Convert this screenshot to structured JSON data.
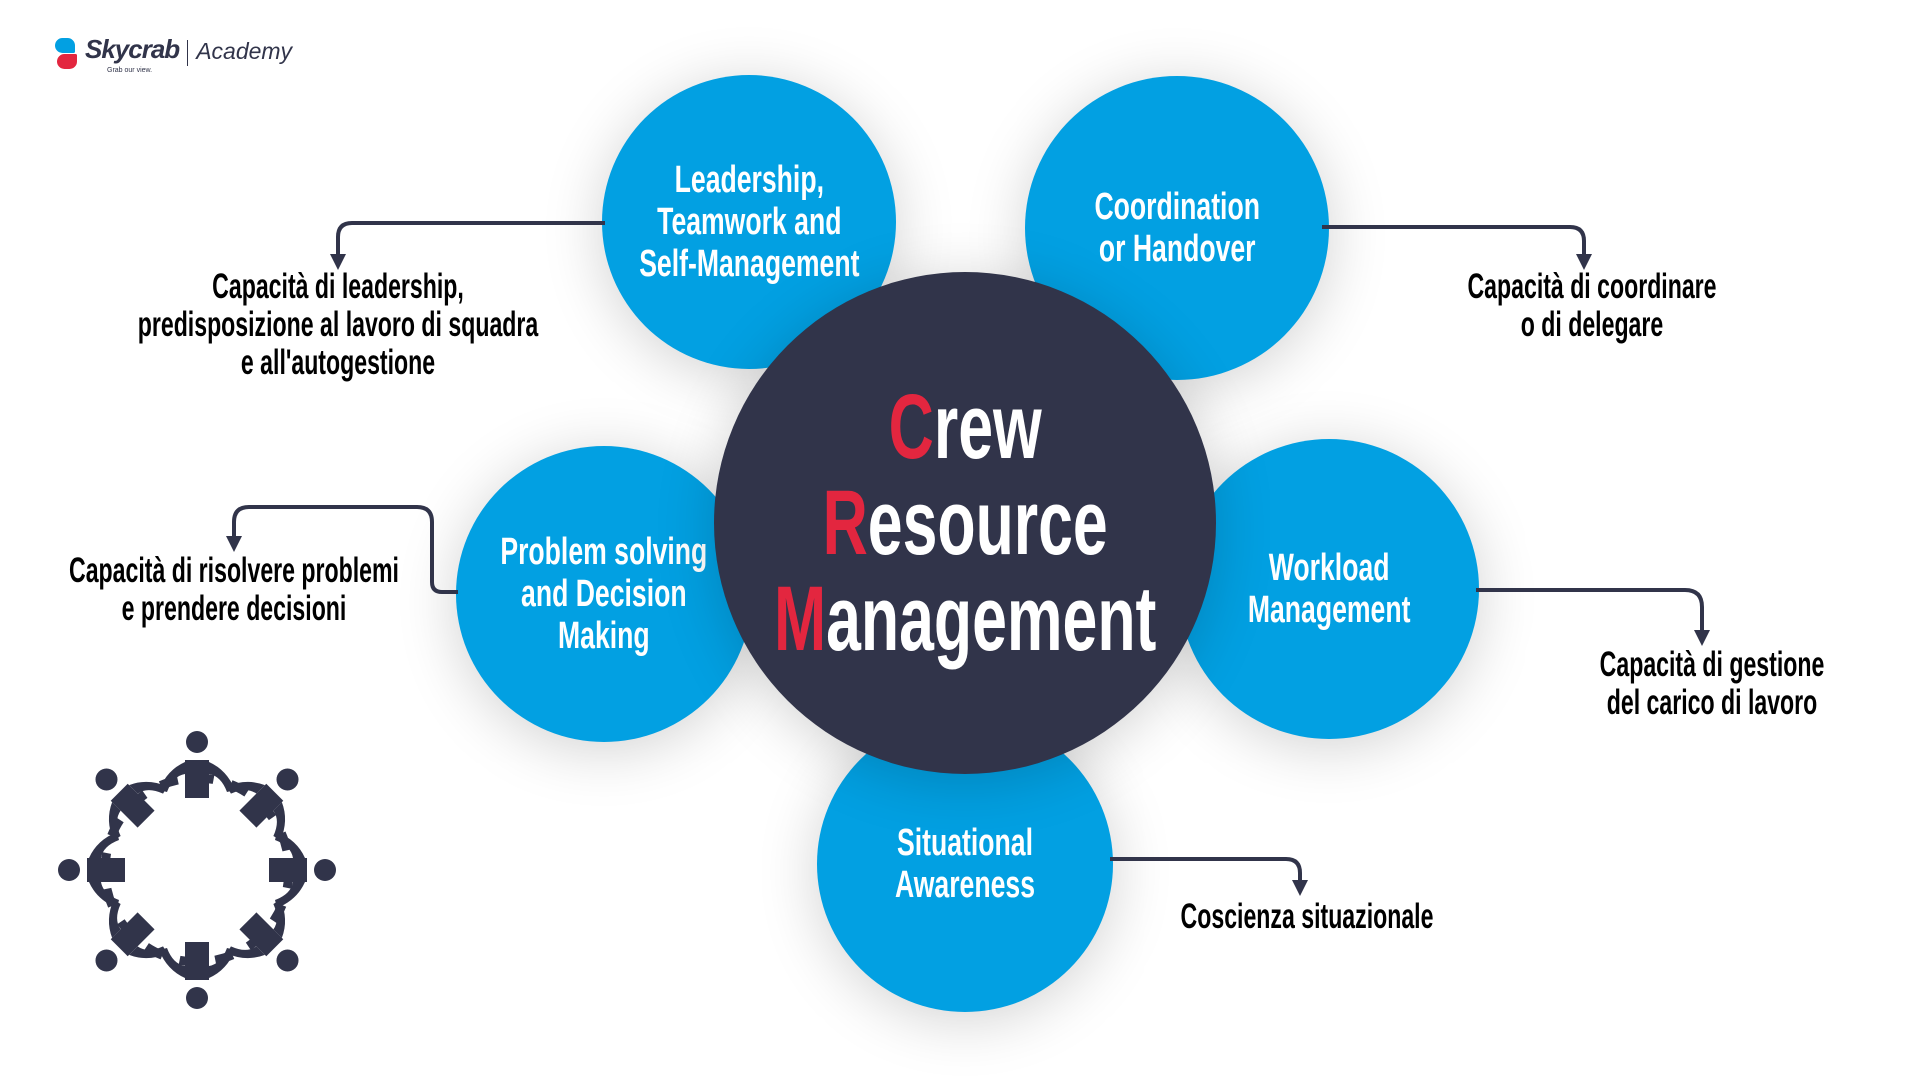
{
  "logo": {
    "brand": "Skycrab",
    "tagline": "Grab our view.",
    "subtitle": "Academy"
  },
  "center": {
    "lines": [
      {
        "initial": "C",
        "rest": "rew"
      },
      {
        "initial": "R",
        "rest": "esource"
      },
      {
        "initial": "M",
        "rest": "anagement"
      }
    ]
  },
  "nodes": [
    {
      "id": "leadership",
      "title_lines": [
        "Leadership,",
        "Teamwork and",
        "Self-Management"
      ],
      "description_lines": [
        "Capacità di leadership,",
        "predisposizione al lavoro di squadra",
        "e all'autogestione"
      ]
    },
    {
      "id": "coordination",
      "title_lines": [
        "Coordination",
        "or Handover"
      ],
      "description_lines": [
        "Capacità di coordinare",
        "o di delegare"
      ]
    },
    {
      "id": "problem-solving",
      "title_lines": [
        "Problem solving",
        "and Decision",
        "Making"
      ],
      "description_lines": [
        "Capacità di risolvere problemi",
        "e prendere decisioni"
      ]
    },
    {
      "id": "workload",
      "title_lines": [
        "Workload",
        "Management"
      ],
      "description_lines": [
        "Capacità di gestione",
        "del carico di lavoro"
      ]
    },
    {
      "id": "situational",
      "title_lines": [
        "Situational",
        "Awareness"
      ],
      "description_lines": [
        "Coscienza situazionale"
      ]
    }
  ],
  "colors": {
    "blue": "#02a0e2",
    "dark": "#31344a",
    "red": "#e3263f"
  },
  "icons": {
    "team": "people-circle-icon"
  }
}
